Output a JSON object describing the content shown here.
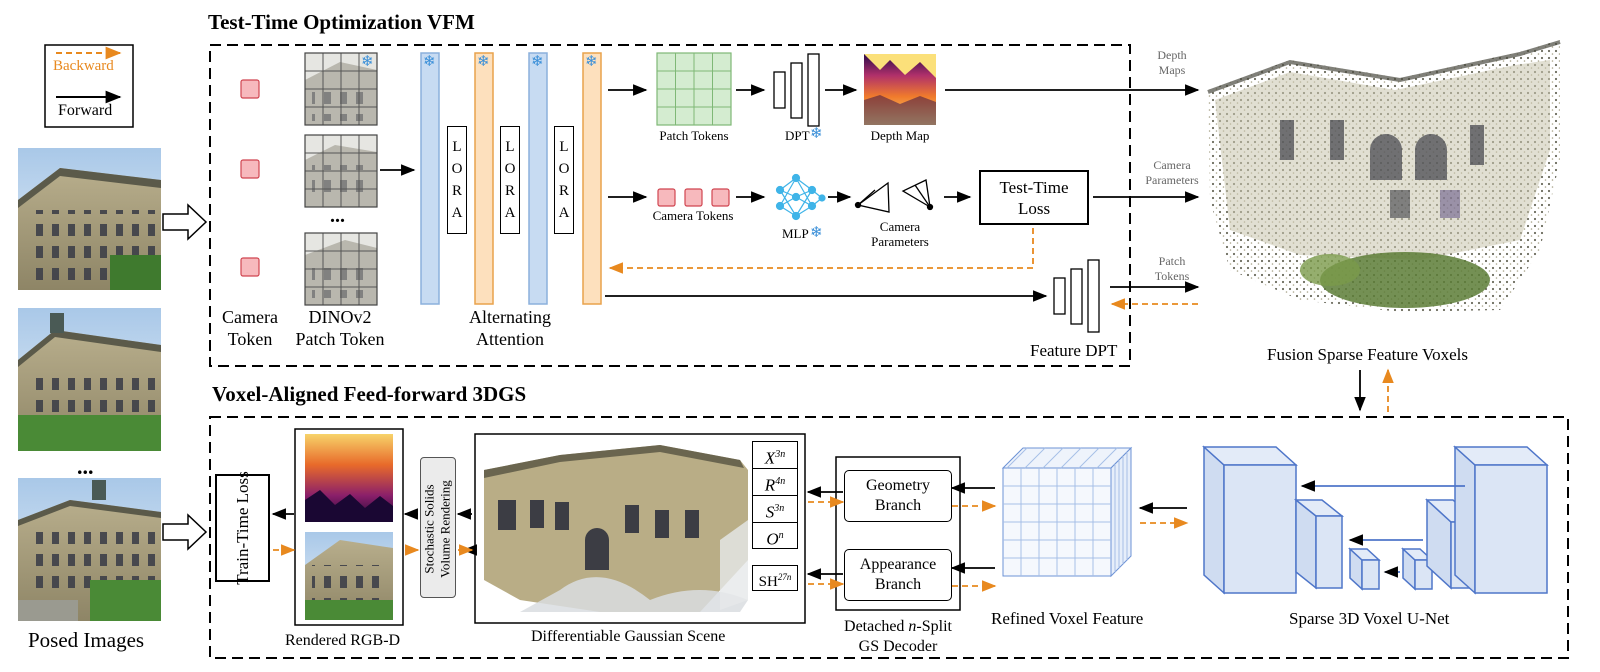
{
  "legend": {
    "backward": "Backward",
    "forward": "Forward"
  },
  "sections": {
    "top": "Test-Time Optimization VFM",
    "bottom": "Voxel-Aligned Feed-forward 3DGS"
  },
  "inputs": {
    "posed_images": "Posed Images",
    "ellipsis": "..."
  },
  "tokens": {
    "camera_token": [
      "Camera",
      "Token"
    ],
    "dinov2": [
      "DINOv2",
      "Patch Token"
    ],
    "ellipsis": "...",
    "alternating_attention": [
      "Alternating",
      "Attention"
    ],
    "lora": [
      "L",
      "O",
      "R",
      "A"
    ]
  },
  "heads": {
    "patch_tokens": "Patch Tokens",
    "dpt": "DPT",
    "depth_map": "Depth Map",
    "camera_tokens": "Camera Tokens",
    "mlp": "MLP",
    "camera_parameters": [
      "Camera",
      "Parameters"
    ],
    "test_time_loss": [
      "Test-Time",
      "Loss"
    ],
    "feature_dpt": "Feature DPT"
  },
  "outputs": {
    "depth_maps": [
      "Depth",
      "Maps"
    ],
    "camera_parameters": [
      "Camera",
      "Parameters"
    ],
    "patch_tokens": [
      "Patch",
      "Tokens"
    ],
    "fusion": "Fusion Sparse Feature Voxels"
  },
  "bottom": {
    "train_time_loss": "Train-Time Loss",
    "rendered_rgbd": "Rendered RGB-D",
    "stochastic": [
      "Stochastic Solids",
      "Volume Rendering"
    ],
    "diff_gaussian": "Differentiable Gaussian Scene",
    "params": {
      "x": "X",
      "x_sup": "3n",
      "r": "R",
      "r_sup": "4n",
      "s": "S",
      "s_sup": "3n",
      "o": "O",
      "o_sup": "n",
      "sh": "SH",
      "sh_sup": "27n"
    },
    "geometry_branch": [
      "Geometry",
      "Branch"
    ],
    "appearance_branch": [
      "Appearance",
      "Branch"
    ],
    "decoder": {
      "l1_prefix": "Detached ",
      "l1_n": "n",
      "l1_suffix": "-Split",
      "l2": "GS Decoder"
    },
    "refined_voxel": "Refined Voxel Feature",
    "unet": "Sparse 3D Voxel U-Net"
  },
  "colors": {
    "backward": "#e8891f",
    "frozen_blue": "#c7dbf2",
    "frozen_blue_border": "#8bb0dc",
    "lora_orange": "#fde0bd",
    "lora_orange_border": "#e8a24c",
    "camera_token": "#f7b9bd",
    "patch_grid": "#d4ecd0",
    "voxel_blue": "#4f76c9",
    "snowflake": "#3a8fd8",
    "mlp": "#3fb4e8"
  },
  "icons": [
    "snowflake-icon",
    "mlp-network-icon",
    "camera-frustum-icon",
    "dpt-pyramid-icon",
    "voxel-grid-icon",
    "unet-icon",
    "point-cloud-icon"
  ]
}
